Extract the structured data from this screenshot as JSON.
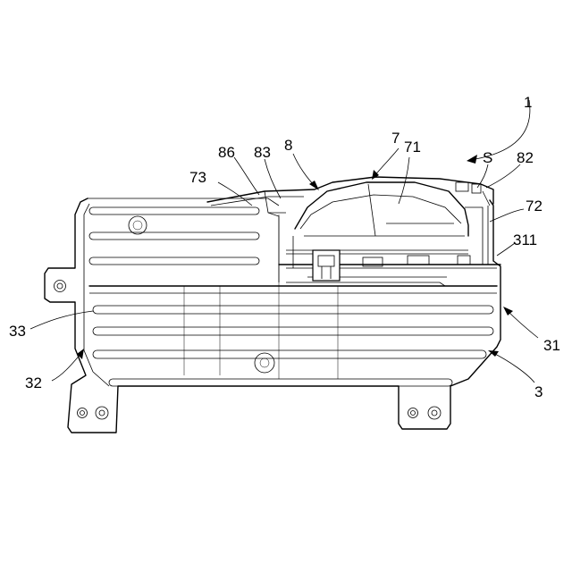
{
  "labels": {
    "l1": "1",
    "l7": "7",
    "l71": "71",
    "l8": "8",
    "l83": "83",
    "l86": "86",
    "l73": "73",
    "lS": "S",
    "l82": "82",
    "l72": "72",
    "l311": "311",
    "l33": "33",
    "l32": "32",
    "l31": "31",
    "l3": "3"
  }
}
